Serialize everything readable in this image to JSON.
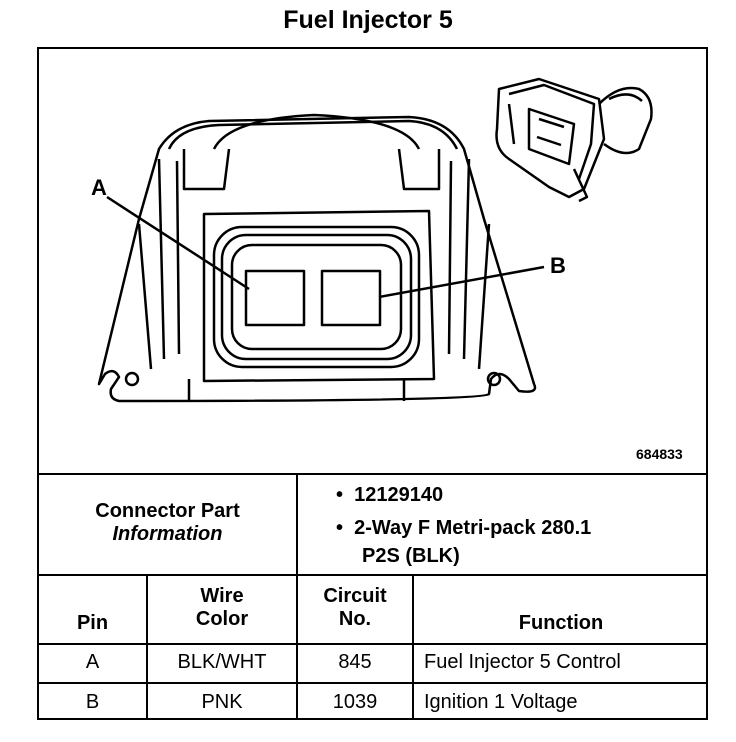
{
  "title": "Fuel Injector 5",
  "drawing": {
    "drawing_number": "684833",
    "callout_a": "A",
    "callout_b": "B"
  },
  "connector_info": {
    "label_line1": "Connector Part",
    "label_line2": "Information",
    "part_number": "12129140",
    "description_line1": "2-Way F Metri-pack 280.1",
    "description_line2": "P2S (BLK)"
  },
  "table": {
    "headers": {
      "pin": "Pin",
      "wire_color_line1": "Wire",
      "wire_color_line2": "Color",
      "circuit_line1": "Circuit",
      "circuit_line2": "No.",
      "function": "Function"
    },
    "rows": [
      {
        "pin": "A",
        "wire_color": "BLK/WHT",
        "circuit": "845",
        "function": "Fuel Injector 5 Control"
      },
      {
        "pin": "B",
        "wire_color": "PNK",
        "circuit": "1039",
        "function": "Ignition 1 Voltage"
      }
    ]
  }
}
